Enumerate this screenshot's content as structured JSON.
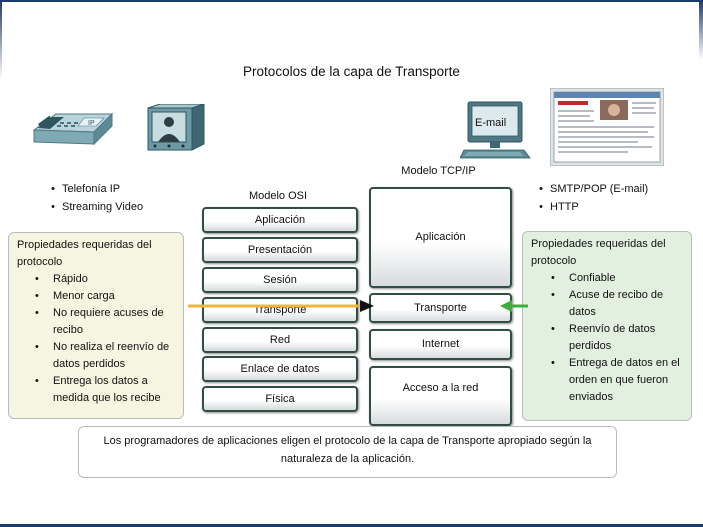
{
  "title": "Protocolos de la capa de Transporte",
  "left_apps": [
    "Telefonía IP",
    "Streaming Video"
  ],
  "right_apps": [
    "SMTP/POP (E-mail)",
    "HTTP"
  ],
  "icons": {
    "phone": "ip-phone-icon",
    "video": "video-monitor-icon",
    "email_computer": "email-computer-icon",
    "web_browser": "web-browser-icon"
  },
  "phone_label": "IP",
  "email_label": "E-mail",
  "osi": {
    "title": "Modelo OSI",
    "layers": [
      "Aplicación",
      "Presentación",
      "Sesión",
      "Transporte",
      "Red",
      "Enlace de datos",
      "Física"
    ]
  },
  "tcpip": {
    "title": "Modelo TCP/IP",
    "layers": [
      "Aplicación",
      "Transporte",
      "Internet",
      "Acceso a la red"
    ]
  },
  "udp_panel": {
    "heading": "Propiedades requeridas del protocolo",
    "items": [
      "Rápido",
      "Menor carga",
      "No requiere acuses de recibo",
      "No realiza el reenvío de datos perdidos",
      "Entrega los datos a medida que los recibe"
    ],
    "color": "#f6f5e2",
    "arrow_color": "#f0b53a"
  },
  "tcp_panel": {
    "heading": "Propiedades requeridas del protocolo",
    "items": [
      "Confiable",
      "Acuse de recibo de datos",
      "Reenvío de datos perdidos",
      "Entrega de datos en el orden en que fueron enviados"
    ],
    "color": "#e2f1df",
    "arrow_color": "#3cae3c"
  },
  "footer": "Los programadores de aplicaciones eligen el protocolo de la capa de Transporte apropiado según la naturaleza de la aplicación."
}
